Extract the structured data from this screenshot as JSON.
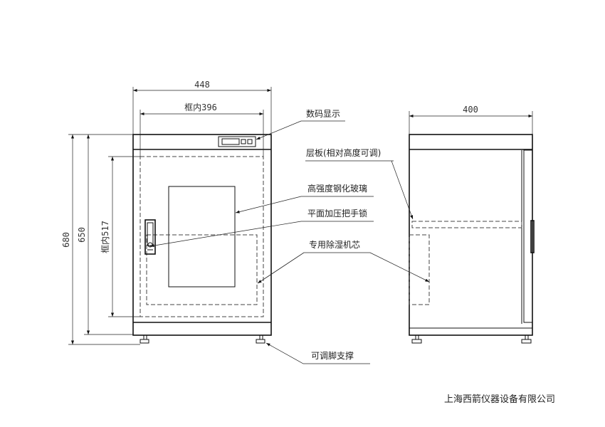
{
  "dimensions": {
    "front_width": "448",
    "front_inner_width": "框内396",
    "total_height": "680",
    "body_height": "650",
    "inner_height": "框内517",
    "side_depth": "400"
  },
  "callouts": {
    "display": "数码显示",
    "shelf": "层板(相对高度可调)",
    "glass": "高强度钢化玻璃",
    "lock": "平面加压把手锁",
    "dehumidifier": "专用除湿机芯",
    "feet": "可调脚支撑"
  },
  "company": "上海西箭仪器设备有限公司"
}
